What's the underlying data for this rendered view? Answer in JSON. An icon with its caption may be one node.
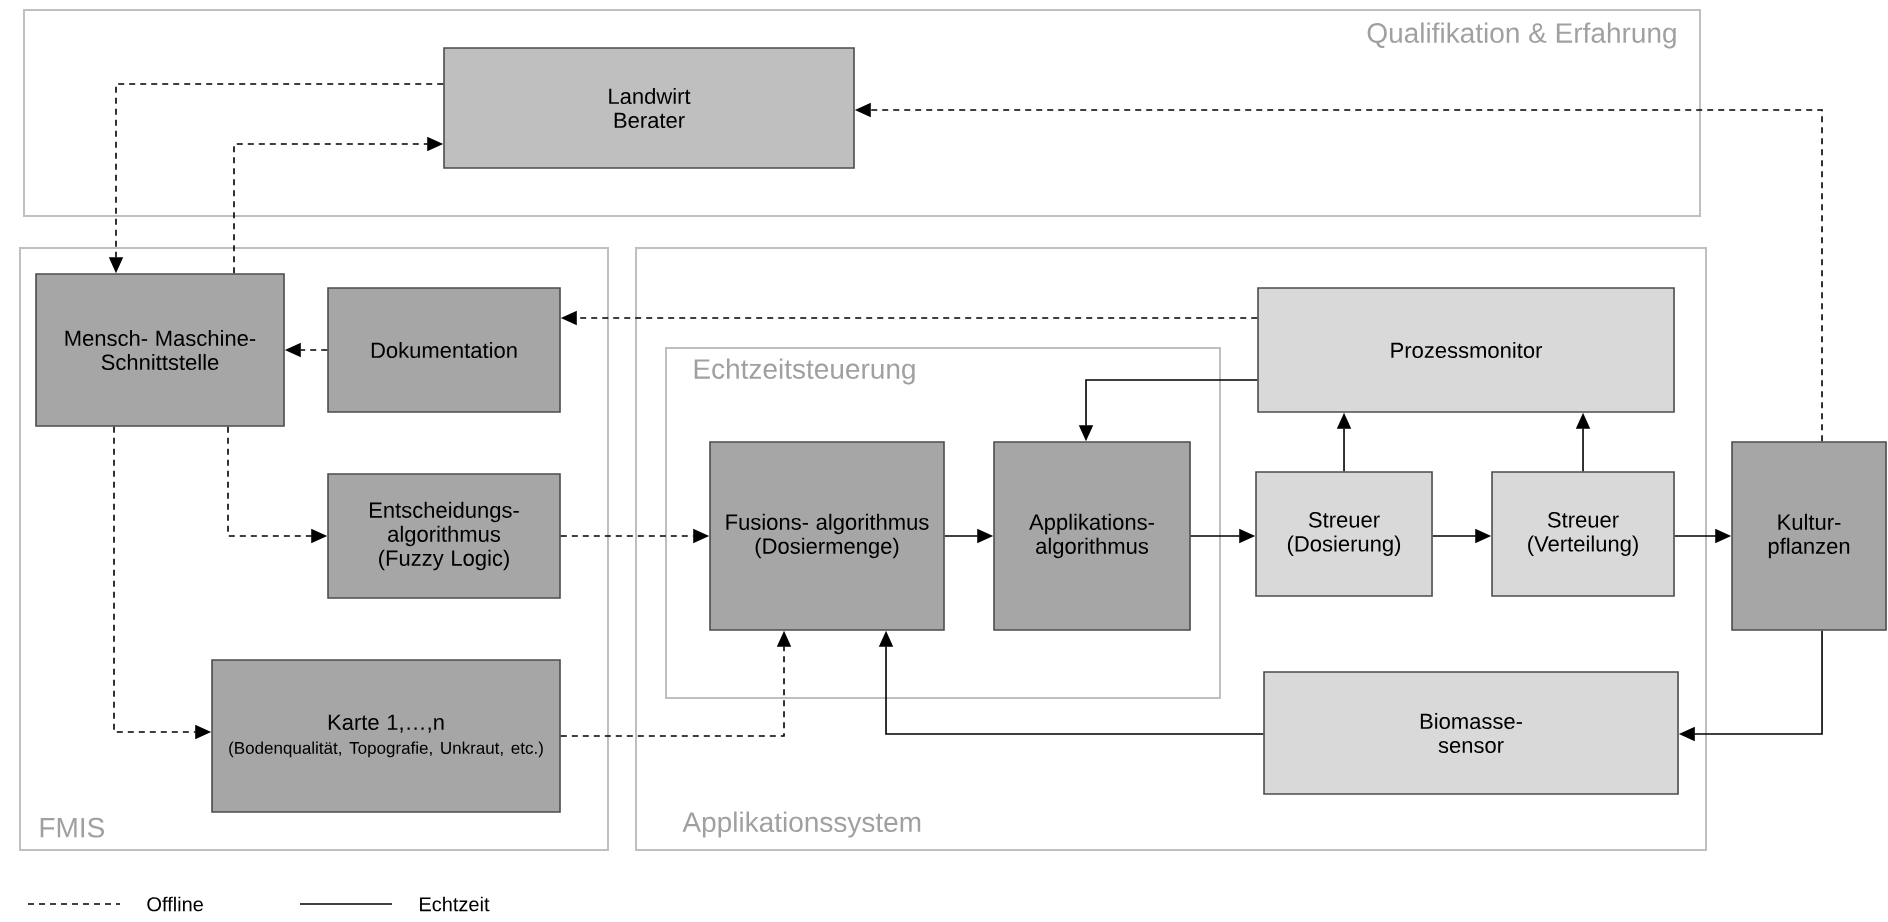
{
  "diagram": {
    "nodes": [
      {
        "text": [
          "Qualifikation & Erfahrung"
        ]
      },
      {
        "text": [
          "Landwirt Berater"
        ],
        "in": 0
      },
      {
        "text": [
          "FMIS"
        ]
      },
      {
        "text": [
          "Mensch- Maschine- Schnittstelle"
        ],
        "in": 2
      },
      {
        "text": [
          "Dokumentation"
        ],
        "in": 2
      },
      {
        "text": [
          "Entscheidungs- algorithmus (Fuzzy Logic)"
        ],
        "in": 2
      },
      {
        "text": [
          "Karte 1,…,n",
          "(Bodenqualität, Topografie, Unkraut, etc.)"
        ],
        "in": 2
      },
      {
        "text": [
          "Applikationssystem"
        ]
      },
      {
        "text": [
          "Echtzeitsteuerung"
        ],
        "in": 7
      },
      {
        "text": [
          "Fusions- algorithmus (Dosiermenge)"
        ],
        "in": 8
      },
      {
        "text": [
          "Applikations- algorithmus"
        ],
        "in": 8
      },
      {
        "text": [
          "Prozessmonitor"
        ],
        "in": 7
      },
      {
        "text": [
          "Streuer (Dosierung)"
        ],
        "in": 7
      },
      {
        "text": [
          "Streuer (Verteilung)"
        ],
        "in": 7
      },
      {
        "text": [
          "Kultur- pflanzen"
        ]
      },
      {
        "text": [
          "Biomasse- sensor"
        ],
        "in": 7
      }
    ],
    "edges": [
      {
        "from": 1,
        "to": 3,
        "arrow": "to",
        "style": "dashed"
      },
      {
        "from": 3,
        "to": 1,
        "arrow": "to",
        "style": "dashed"
      },
      {
        "from": 14,
        "to": 1,
        "arrow": "to",
        "style": "dashed"
      },
      {
        "from": 11,
        "to": 4,
        "arrow": "to",
        "style": "dashed"
      },
      {
        "from": 4,
        "to": 3,
        "arrow": "to",
        "style": "dashed"
      },
      {
        "from": 3,
        "to": 5,
        "arrow": "to",
        "style": "dashed"
      },
      {
        "from": 3,
        "to": 6,
        "arrow": "to",
        "style": "dashed"
      },
      {
        "from": 5,
        "to": 9,
        "arrow": "to",
        "style": "dashed"
      },
      {
        "from": 6,
        "to": 9,
        "arrow": "to",
        "style": "dashed"
      },
      {
        "from": 15,
        "to": 9,
        "arrow": "to"
      },
      {
        "from": 11,
        "to": 10,
        "arrow": "to"
      },
      {
        "from": 9,
        "to": 10,
        "arrow": "to"
      },
      {
        "from": 10,
        "to": 12,
        "arrow": "to"
      },
      {
        "from": 12,
        "to": 13,
        "arrow": "to"
      },
      {
        "from": 13,
        "to": 14,
        "arrow": "to"
      },
      {
        "from": 12,
        "to": 11,
        "arrow": "to"
      },
      {
        "from": 13,
        "to": 11,
        "arrow": "to"
      },
      {
        "from": 14,
        "to": 15,
        "arrow": "to"
      }
    ],
    "legend": [
      {
        "text": "Offline"
      },
      {
        "text": "Echtzeit"
      }
    ]
  }
}
